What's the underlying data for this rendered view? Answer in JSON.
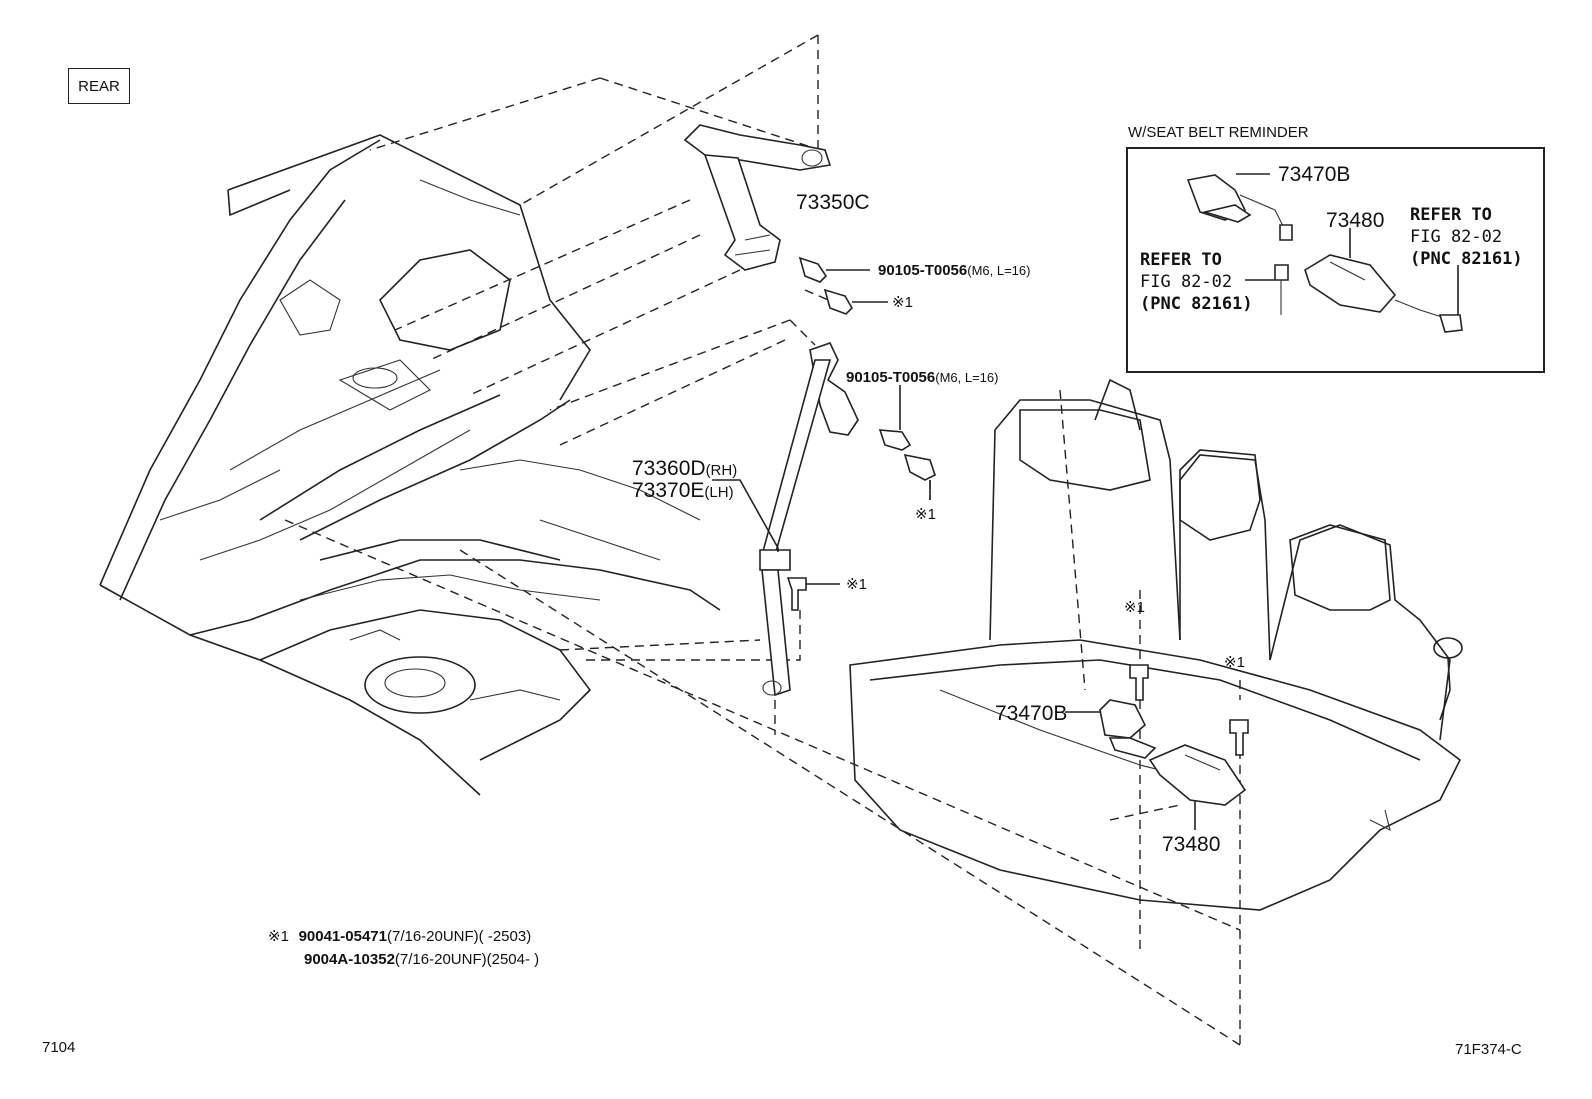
{
  "view_label": "REAR",
  "reminder": {
    "title": "W/SEAT BELT REMINDER",
    "part_a": "73470B",
    "part_b": "73480",
    "refer_left": [
      "REFER TO",
      "FIG 82-02",
      "(PNC 82161)"
    ],
    "refer_right": [
      "REFER TO",
      "FIG 82-02",
      "(PNC 82161)"
    ]
  },
  "parts": {
    "retractor_top": "73350C",
    "bolt_top_1": "90105-T0056",
    "bolt_top_1_spec": "(M6, L=16)",
    "bolt_top_2_note": "※1",
    "bolt_mid_1": "90105-T0056",
    "bolt_mid_1_spec": "(M6, L=16)",
    "belt_rh": "73360D",
    "belt_rh_side": "(RH)",
    "belt_lh": "73370E",
    "belt_lh_side": "(LH)",
    "bolt_mid_2_note": "※1",
    "bolt_lower_note": "※1",
    "buckle_main": "73470B",
    "buckle_main_2": "73480",
    "buckle_bolt_left_note": "※1",
    "buckle_bolt_right_note": "※1"
  },
  "footnote": {
    "mark": "※1",
    "line1_part": "90041-05471",
    "line1_spec": "(7/16-20UNF)(     -2503)",
    "line2_part": "9004A-10352",
    "line2_spec": "(7/16-20UNF)(2504-     )"
  },
  "page_code_left": "7104",
  "page_code_right": "71F374-C"
}
